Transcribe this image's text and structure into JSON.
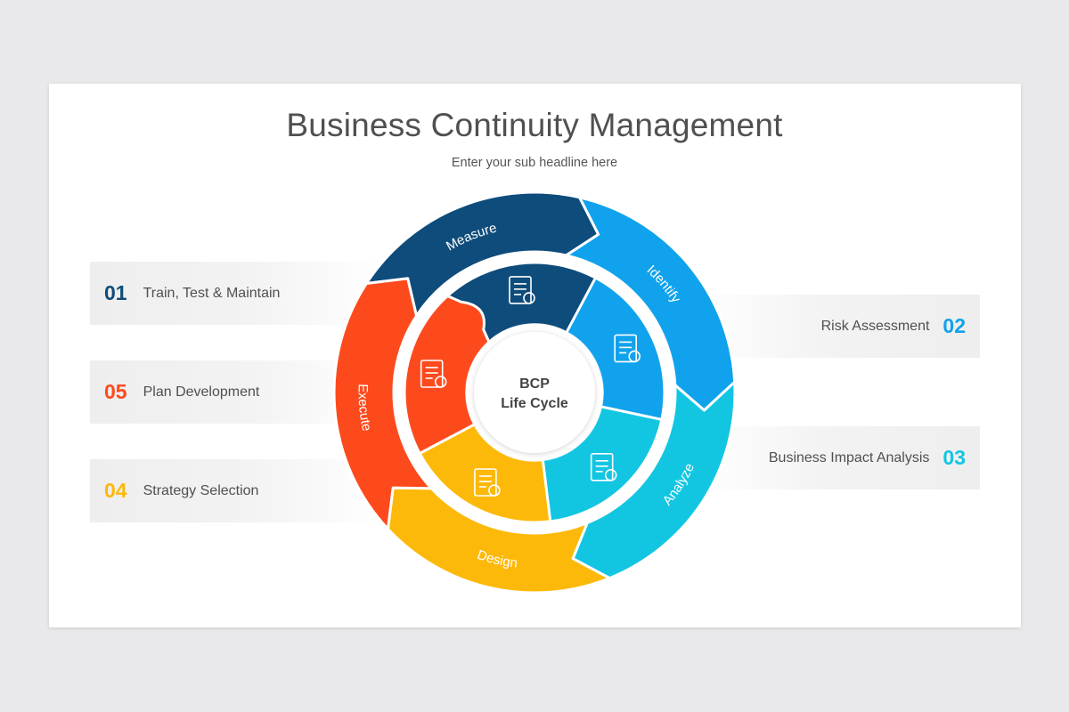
{
  "slide": {
    "title": "Business Continuity Management",
    "subtitle": "Enter your sub headline here"
  },
  "center": {
    "line1": "BCP",
    "line2": "Life Cycle"
  },
  "segments": [
    {
      "label": "Measure",
      "color": "#0e4c7b",
      "icon": "document-search-icon"
    },
    {
      "label": "Identify",
      "color": "#10a2ec",
      "icon": "clipboard-warning-icon"
    },
    {
      "label": "Analyze",
      "color": "#12c6e2",
      "icon": "gear-analysis-icon"
    },
    {
      "label": "Design",
      "color": "#fdb90a",
      "icon": "chess-strategy-icon"
    },
    {
      "label": "Execute",
      "color": "#fd4a1d",
      "icon": "clipboard-chart-icon"
    }
  ],
  "steps": [
    {
      "number": "01",
      "label": "Train, Test & Maintain",
      "color": "#0e4c7b"
    },
    {
      "number": "02",
      "label": "Risk Assessment",
      "color": "#10a2ec"
    },
    {
      "number": "03",
      "label": "Business Impact Analysis",
      "color": "#12c6e2"
    },
    {
      "number": "04",
      "label": "Strategy Selection",
      "color": "#fdb90a"
    },
    {
      "number": "05",
      "label": "Plan Development",
      "color": "#fd4a1d"
    }
  ]
}
